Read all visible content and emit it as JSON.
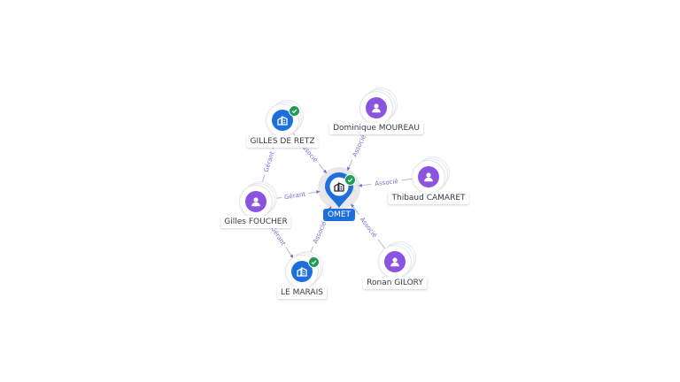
{
  "colors": {
    "edge": "#b7b7c8",
    "edge_label": "#7a6fd0",
    "person": "#8a54e0",
    "company": "#1e6fdc",
    "center": "#1e6fdc",
    "check": "#1e9b58"
  },
  "center": {
    "name": "OMET",
    "icon": "building-icon",
    "verified": true
  },
  "nodes": [
    {
      "id": "gilles-de-retz",
      "name": "GILLES DE RETZ",
      "kind": "company",
      "icon": "building-icon",
      "verified": true
    },
    {
      "id": "dominique-moureau",
      "name": "Dominique MOUREAU",
      "kind": "person",
      "icon": "person-icon",
      "verified": false
    },
    {
      "id": "thibaud-camaret",
      "name": "Thibaud CAMARET",
      "kind": "person",
      "icon": "person-icon",
      "verified": false
    },
    {
      "id": "gilles-foucher",
      "name": "Gilles FOUCHER",
      "kind": "person",
      "icon": "person-icon",
      "verified": false
    },
    {
      "id": "ronan-gilory",
      "name": "Ronan GILORY",
      "kind": "person",
      "icon": "person-icon",
      "verified": false
    },
    {
      "id": "le-marais",
      "name": "LE MARAIS",
      "kind": "company",
      "icon": "building-icon",
      "verified": true
    }
  ],
  "edges": [
    {
      "from": "gilles-de-retz",
      "to": "center",
      "label": "Associé"
    },
    {
      "from": "dominique-moureau",
      "to": "center",
      "label": "Associé"
    },
    {
      "from": "thibaud-camaret",
      "to": "center",
      "label": "Associé"
    },
    {
      "from": "gilles-foucher",
      "to": "center",
      "label": "Gérant"
    },
    {
      "from": "ronan-gilory",
      "to": "center",
      "label": "Associé"
    },
    {
      "from": "le-marais",
      "to": "center",
      "label": "Associé"
    },
    {
      "from": "gilles-foucher",
      "to": "gilles-de-retz",
      "label": "Gérant"
    },
    {
      "from": "gilles-foucher",
      "to": "le-marais",
      "label": "Gérant"
    }
  ]
}
